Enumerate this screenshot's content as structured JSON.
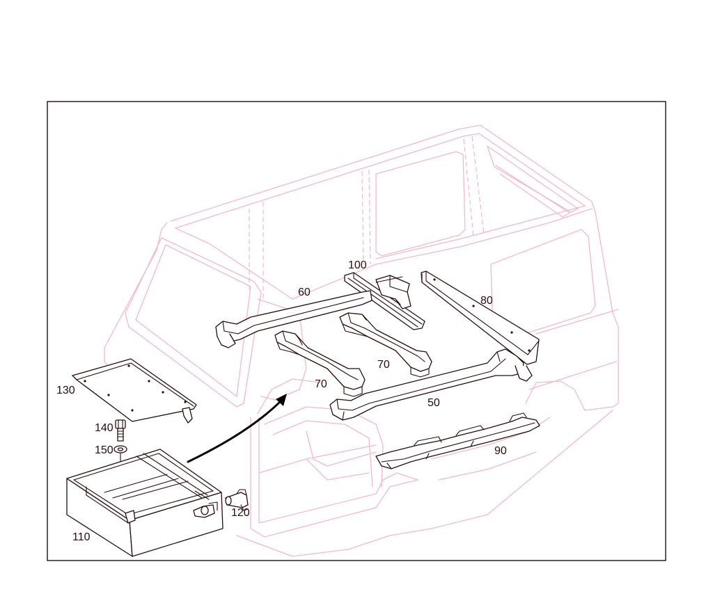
{
  "parts": {
    "p50": "50",
    "p60": "60",
    "p70a": "70",
    "p70b": "70",
    "p80": "80",
    "p90": "90",
    "p100": "100",
    "p110": "110",
    "p120": "120",
    "p130": "130",
    "p140": "140",
    "p150": "150"
  },
  "colors": {
    "part_stroke": "#2a0a0a",
    "vehicle_outline": "#f2b8c6",
    "background": "#ffffff"
  }
}
